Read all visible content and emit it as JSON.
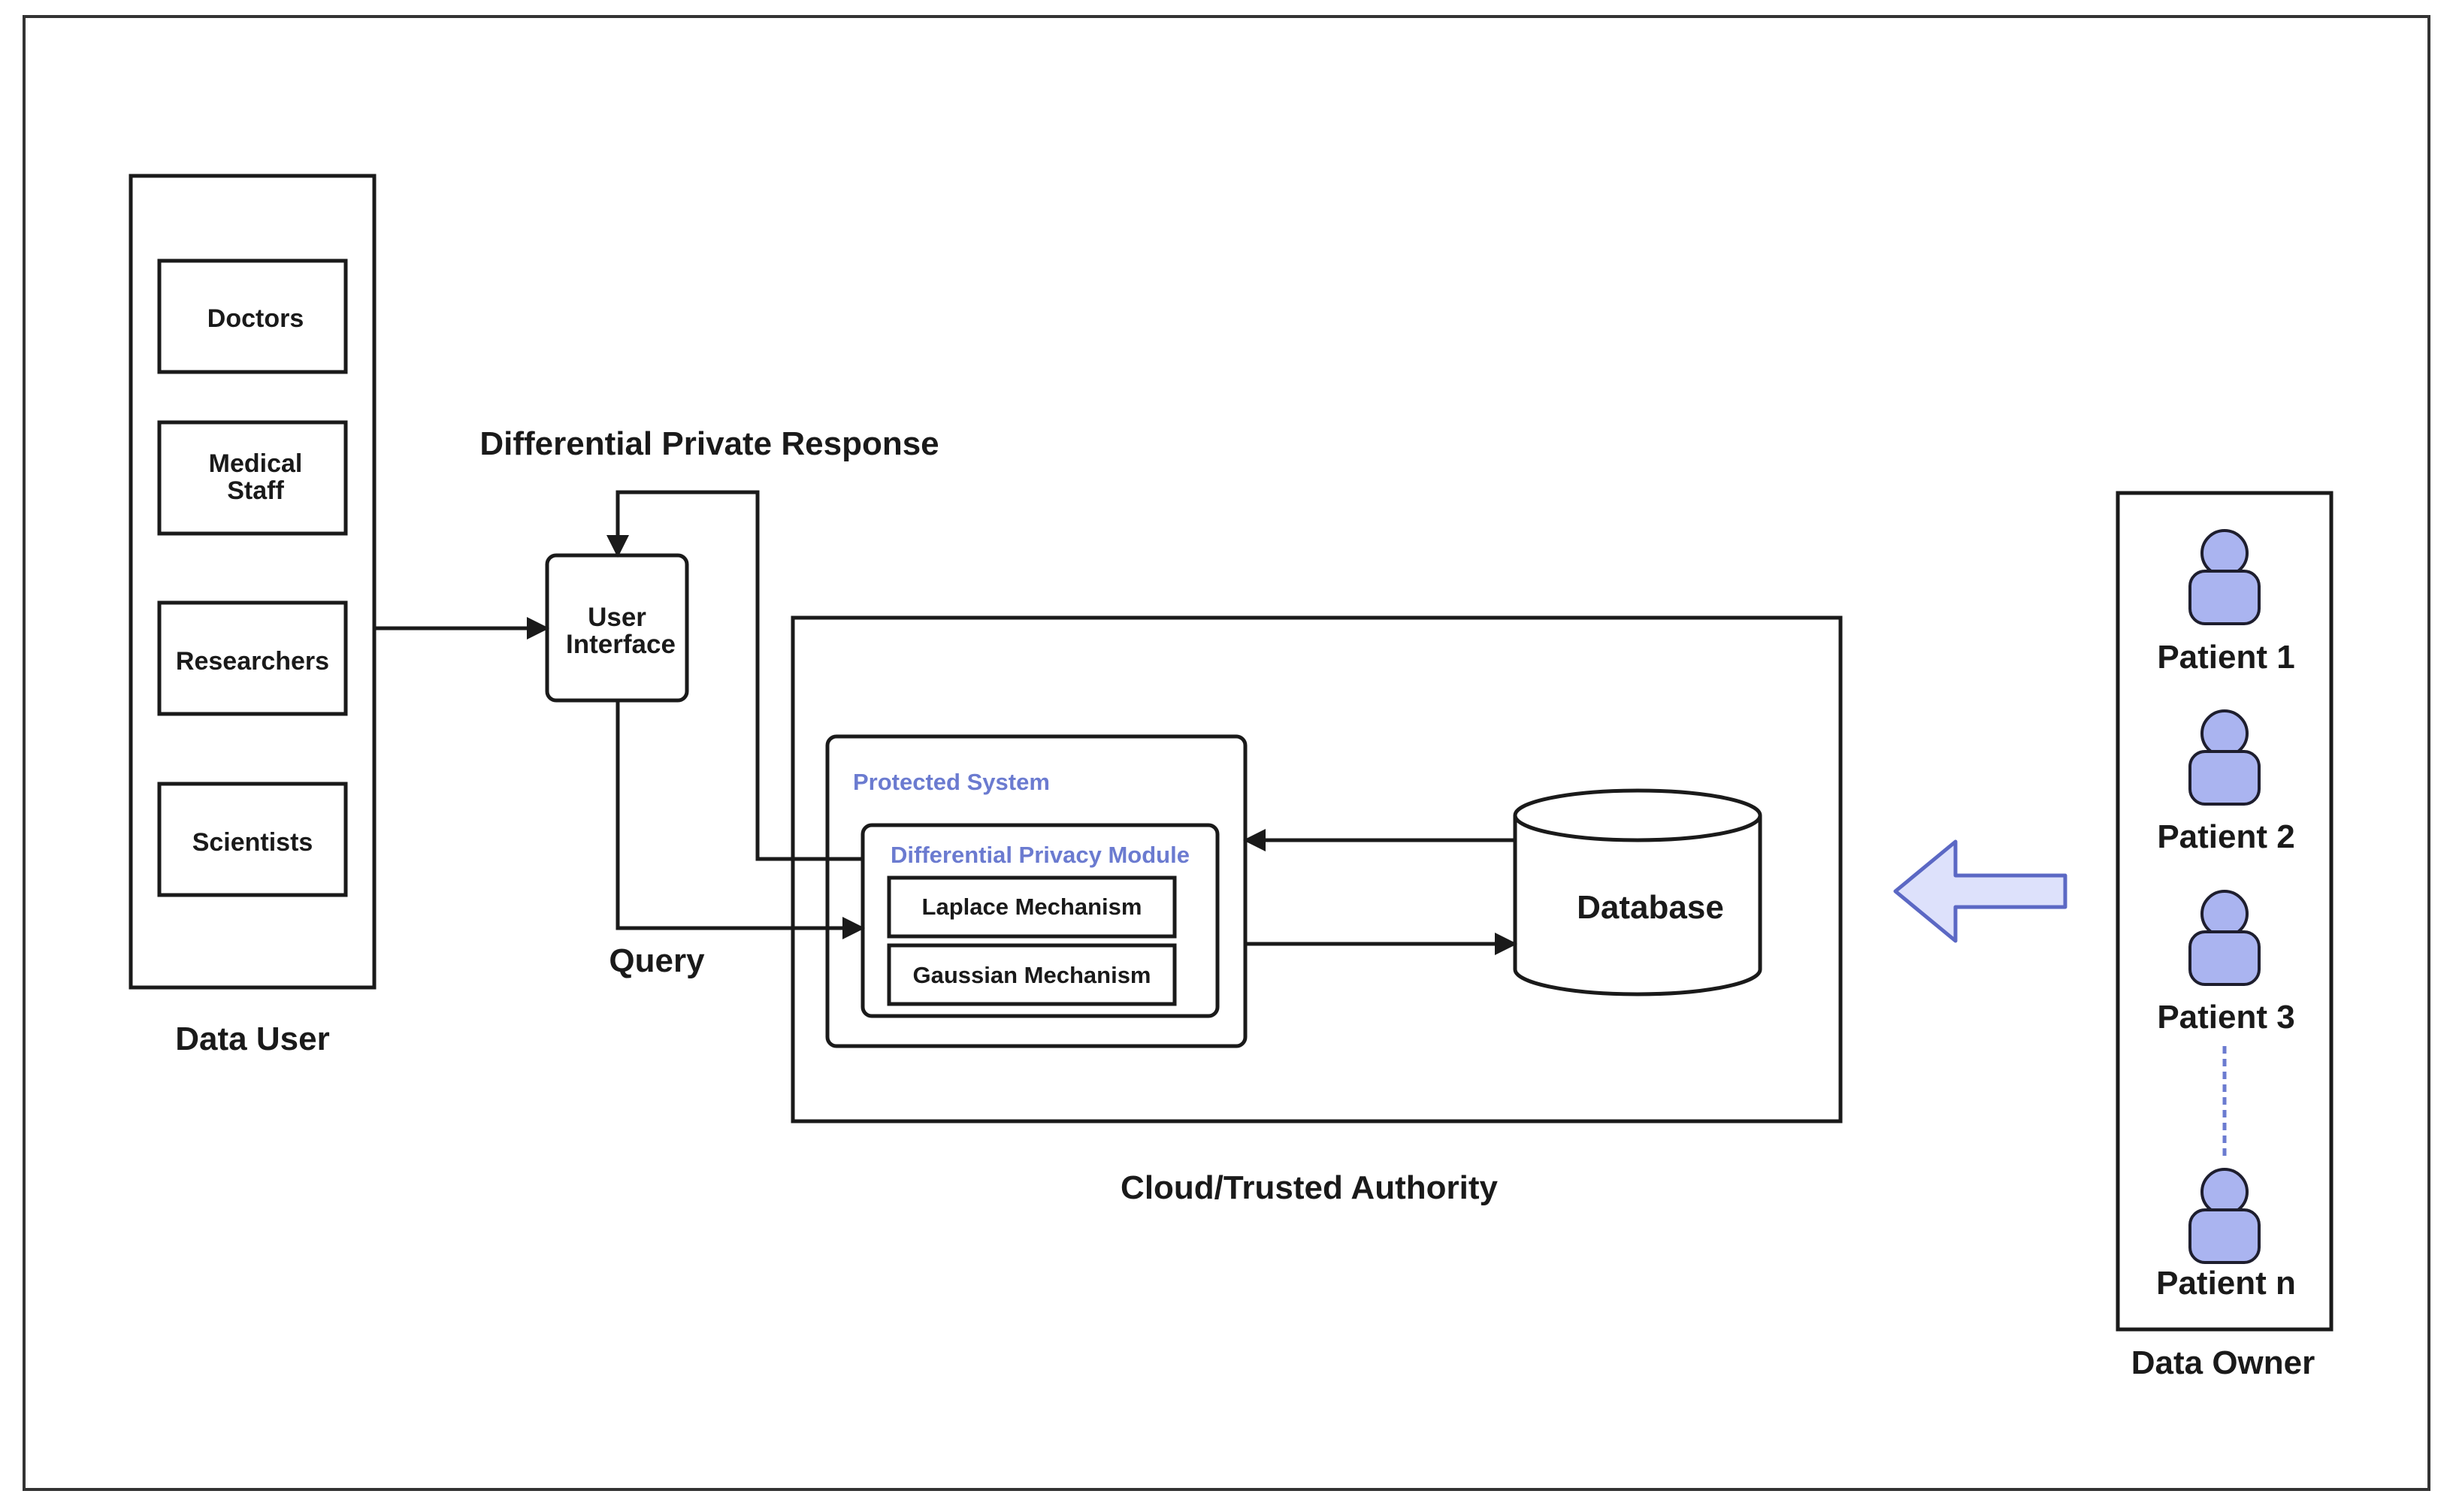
{
  "colors": {
    "stroke": "#1a1a1a",
    "accent_text": "#6b7bd0",
    "person_fill": "#aab4f0",
    "person_stroke": "#1e1e2e",
    "arrow_fill": "#dde1fb",
    "arrow_stroke": "#5b68c4",
    "dashed_connector": "#6b7bd0"
  },
  "data_user": {
    "caption": "Data User",
    "roles": [
      {
        "label_line1": "Doctors",
        "label_line2": ""
      },
      {
        "label_line1": "Medical",
        "label_line2": "Staff"
      },
      {
        "label_line1": "Researchers",
        "label_line2": ""
      },
      {
        "label_line1": "Scientists",
        "label_line2": ""
      }
    ]
  },
  "user_interface": {
    "line1": "User",
    "line2": "Interface"
  },
  "flows": {
    "response_label": "Differential Private Response",
    "query_label": "Query"
  },
  "cloud": {
    "caption": "Cloud/Trusted Authority",
    "protected_system": {
      "title": "Protected System",
      "module": {
        "title": "Differential Privacy Module",
        "mechanisms": [
          "Laplace Mechanism",
          "Gaussian Mechanism"
        ]
      }
    },
    "database_label": "Database"
  },
  "data_owner": {
    "caption": "Data Owner",
    "patients": [
      "Patient 1",
      "Patient 2",
      "Patient 3",
      "Patient n"
    ],
    "person_icon": "person-icon",
    "arrow_icon": "arrow-left-icon"
  }
}
